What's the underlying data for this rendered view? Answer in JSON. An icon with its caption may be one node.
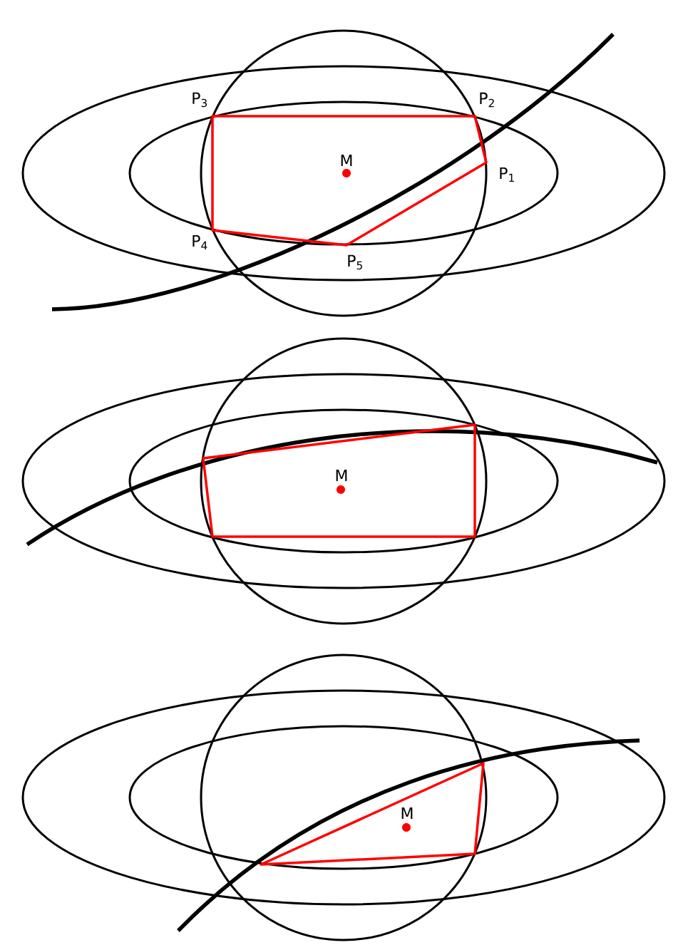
{
  "diagram": {
    "labels": [
      "P$_{3}$",
      "P$_{2}$",
      "M",
      "P$_{1}$",
      "P$_{4}$",
      "P$_{5}$",
      "M",
      "M"
    ]
  }
}
